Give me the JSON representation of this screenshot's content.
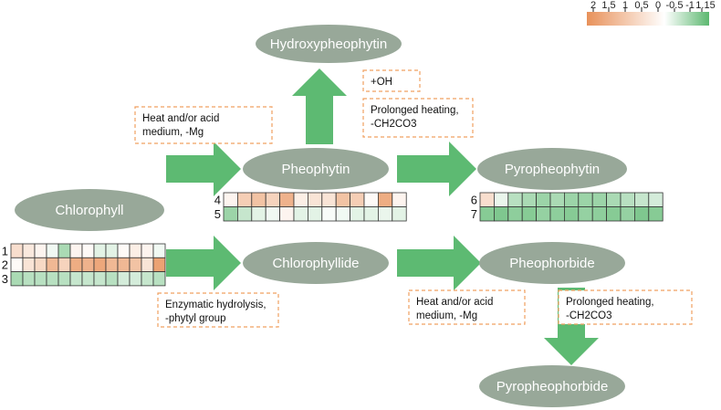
{
  "colors": {
    "node": "#98a899",
    "arrow": "#5dba72",
    "note_border": "#f0a060",
    "heat_high": "#e8915a",
    "heat_mid": "#ffffff",
    "heat_low": "#5cb870"
  },
  "nodes": {
    "hydroxypheophytin": "Hydroxypheophytin",
    "pheophytin": "Pheophytin",
    "pyropheophytin": "Pyropheophytin",
    "chlorophyll": "Chlorophyll",
    "chlorophyllide": "Chlorophyllide",
    "pheophorbide": "Pheophorbide",
    "pyropheophorbide": "Pyropheophorbide"
  },
  "notes": {
    "heat_acid_1": [
      "Heat and/or acid",
      "medium, -Mg"
    ],
    "oh": [
      "+OH"
    ],
    "prolonged_1": [
      "Prolonged heating,",
      "-CH2CO3"
    ],
    "enzymatic": [
      "Enzymatic hydrolysis,",
      "-phytyl group"
    ],
    "heat_acid_2": [
      "Heat and/or acid",
      "medium, -Mg"
    ],
    "prolonged_2": [
      "Prolonged heating,",
      "-CH2CO3"
    ]
  },
  "legend": {
    "ticks": [
      "2",
      "1.5",
      "1",
      "0.5",
      "0",
      "-0.5",
      "-1",
      "1.15"
    ],
    "max": 2,
    "min": -1.15
  },
  "heatmaps": [
    {
      "rows": [
        {
          "label": "1",
          "values": [
            0.6,
            0.4,
            0.2,
            -0.1,
            -0.6,
            0.2,
            0.1,
            -0.2,
            -0.2,
            0.1,
            0.3,
            0.2,
            -0.1
          ]
        },
        {
          "label": "2",
          "values": [
            0.1,
            0.5,
            0.7,
            1.3,
            0.8,
            1.5,
            1.4,
            1.6,
            1.3,
            1.3,
            1.1,
            0.5,
            1.7
          ]
        },
        {
          "label": "3",
          "values": [
            -0.6,
            -0.5,
            -0.5,
            -0.5,
            -0.5,
            -0.4,
            -0.4,
            -0.4,
            -0.5,
            -0.3,
            -0.3,
            -0.4,
            -0.5
          ]
        }
      ]
    },
    {
      "rows": [
        {
          "label": "4",
          "values": [
            0.2,
            0.9,
            1.1,
            0.8,
            1.4,
            0.3,
            0.5,
            0.5,
            1.1,
            0.9,
            0.1,
            1.5,
            0.2
          ]
        },
        {
          "label": "5",
          "values": [
            -0.7,
            -0.4,
            -0.2,
            -0.1,
            0.2,
            -0.2,
            -0.2,
            -0.05,
            -0.1,
            -0.2,
            -0.2,
            -0.15,
            -0.2
          ]
        }
      ]
    },
    {
      "rows": [
        {
          "label": "6",
          "values": [
            0.6,
            -0.15,
            -0.5,
            -0.6,
            -0.7,
            -0.6,
            -0.7,
            -0.7,
            -0.7,
            -0.6,
            -0.5,
            -0.4,
            -0.3
          ]
        },
        {
          "label": "7",
          "values": [
            -0.85,
            -0.9,
            -0.8,
            -0.85,
            -0.75,
            -0.8,
            -0.85,
            -0.75,
            -0.8,
            -0.85,
            -0.75,
            -0.9,
            -0.85
          ]
        }
      ]
    }
  ]
}
